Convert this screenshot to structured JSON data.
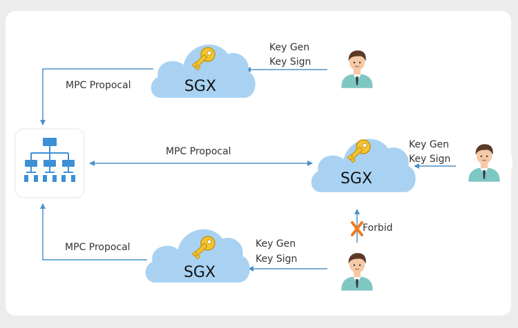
{
  "colors": {
    "cloud": "#a9d2f2",
    "arrow": "#4a90c8",
    "hierarchy": "#3d8fd6",
    "key": "#f4c430",
    "forbid": "#f07a22"
  },
  "nodes": {
    "cloud_top": {
      "label": "SGX",
      "icon": "key-icon"
    },
    "cloud_middle": {
      "label": "SGX",
      "icon": "key-icon"
    },
    "cloud_bottom": {
      "label": "SGX",
      "icon": "key-icon"
    },
    "hub": {
      "icon": "hierarchy-icon"
    },
    "user_top": {
      "icon": "user-avatar-icon"
    },
    "user_middle": {
      "icon": "user-avatar-icon"
    },
    "user_bottom": {
      "icon": "user-avatar-icon"
    }
  },
  "edges": {
    "top_mpc": "MPC Propocal",
    "middle_mpc": "MPC Propocal",
    "bottom_mpc": "MPC Propocal",
    "top_keys": [
      "Key Gen",
      "Key Sign"
    ],
    "middle_keys": [
      "Key Gen",
      "Key Sign"
    ],
    "bottom_keys": [
      "Key Gen",
      "Key Sign"
    ],
    "forbid": "Forbid",
    "forbid_icon": "cross-icon"
  }
}
